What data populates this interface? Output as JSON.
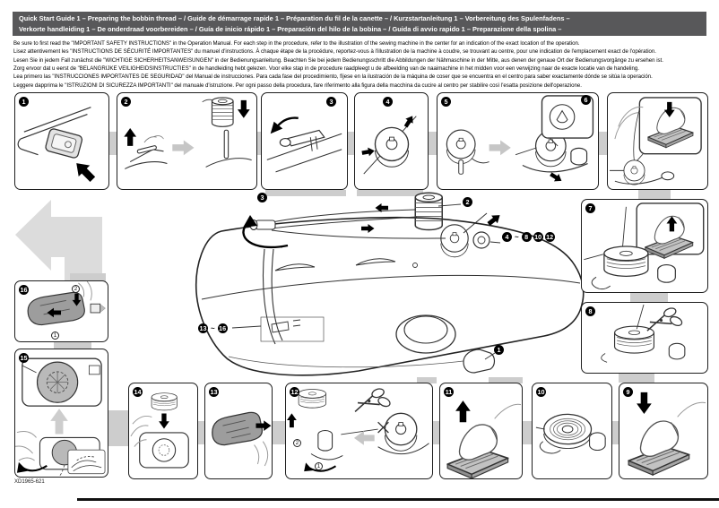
{
  "header": {
    "line1": "Quick Start Guide 1  – Preparing the bobbin thread – / Guide de démarrage rapide 1  – Préparation du fil de la canette – / Kurzstartanleitung 1  – Vorbereitung des Spulenfadens –",
    "line2": "Verkorte handleiding 1  – De onderdraad voorbereiden – / Guía de inicio rápido 1  – Preparación del hilo de la bobina – / Guida di avvio rapido 1  – Preparazione della spolina –"
  },
  "intro": {
    "lines": [
      "Be sure to first read the \"IMPORTANT SAFETY INSTRUCTIONS\" in the Operation Manual. For each step in the procedure, refer to the illustration of the sewing machine in the center for an indication of the exact location of the operation.",
      "Lisez attentivement les \"INSTRUCTIONS DE SÉCURITÉ IMPORTANTES\" du manuel d'instructions. À chaque étape de la procédure, reportez-vous à l'illustration de la machine à coudre, se trouvant au centre, pour une indication de l'emplacement exact de l'opération.",
      "Lesen Sie in jedem Fall zunächst die \"WICHTIGE SICHERHEITSANWEISUNGEN\" in der Bedienungsanleitung. Beachten Sie bei jedem Bedienungsschritt die Abbildungen der Nähmaschine in der Mitte, aus denen der genaue Ort der Bedienungsvorgänge zu ersehen ist.",
      "Zorg ervoor dat u eerst de \"BELANGRIJKE VEILIGHEIDSINSTRUCTIES\" in de handleiding hebt gelezen. Voor elke stap in de procedure raadpleegt u de afbeelding van de naaimachine in het midden voor een verwijzing naar de exacte locatie van de handeling.",
      "Lea primero las \"INSTRUCCIONES IMPORTANTES DE SEGURIDAD\" del Manual de instrucciones. Para cada fase del procedimiento, fíjese en la ilustración de la máquina de coser que se encuentra en el centro para saber exactamente dónde se sitúa la operación.",
      "Leggere dapprima le \"ISTRUZIONI DI SICUREZZA IMPORTANTI\" del manuale d'istruzione. Per ogni passo della procedura, fare riferimento alla figura della macchina da cucire al centro per stabilire così l'esatta posizione dell'operazione."
    ]
  },
  "badges": {
    "p1": "1",
    "p2": "2",
    "p3": "3",
    "p4": "4",
    "p5": "5",
    "p5_inset": "6",
    "p7": "7",
    "p8": "8",
    "p9": "9",
    "p10": "10",
    "p11": "11",
    "p12": "12",
    "p13": "13",
    "p14": "14",
    "p15": "15",
    "p16": "16"
  },
  "substeps": {
    "one": "1",
    "two": "2"
  },
  "machine": {
    "callouts": {
      "power_switch": "1",
      "spool": "2",
      "thread_guide": "3",
      "winder": [
        "4",
        "~",
        "8",
        "10",
        "12"
      ],
      "needle_area": [
        "13",
        "~",
        "16"
      ]
    }
  },
  "footer": {
    "part_number": "XD1965-621"
  },
  "colors": {
    "header_bg": "#58585a",
    "badge": "#000000",
    "connector": "#cdcdcd",
    "gray_arrow": "#dcdcdc",
    "cover_gray": "#9d9d9d"
  }
}
